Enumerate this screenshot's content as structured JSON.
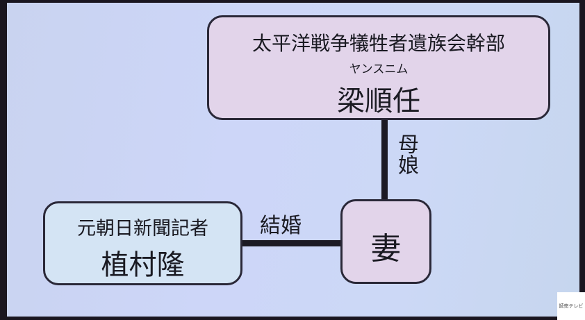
{
  "top_box": {
    "title": "太平洋戦争犠牲者遺族会幹部",
    "reading": "ヤンスニム",
    "name": "梁順任"
  },
  "wife_box": {
    "name": "妻"
  },
  "left_box": {
    "title": "元朝日新聞記者",
    "name": "植村隆"
  },
  "relations": {
    "mother_daughter": "母娘",
    "marriage": "結婚"
  },
  "logo": "読売テレビ",
  "colors": {
    "background": "#cbd5f4",
    "top_fill": "#e2d4ea",
    "left_fill": "#d4e4f4",
    "line": "#1c1a24"
  }
}
